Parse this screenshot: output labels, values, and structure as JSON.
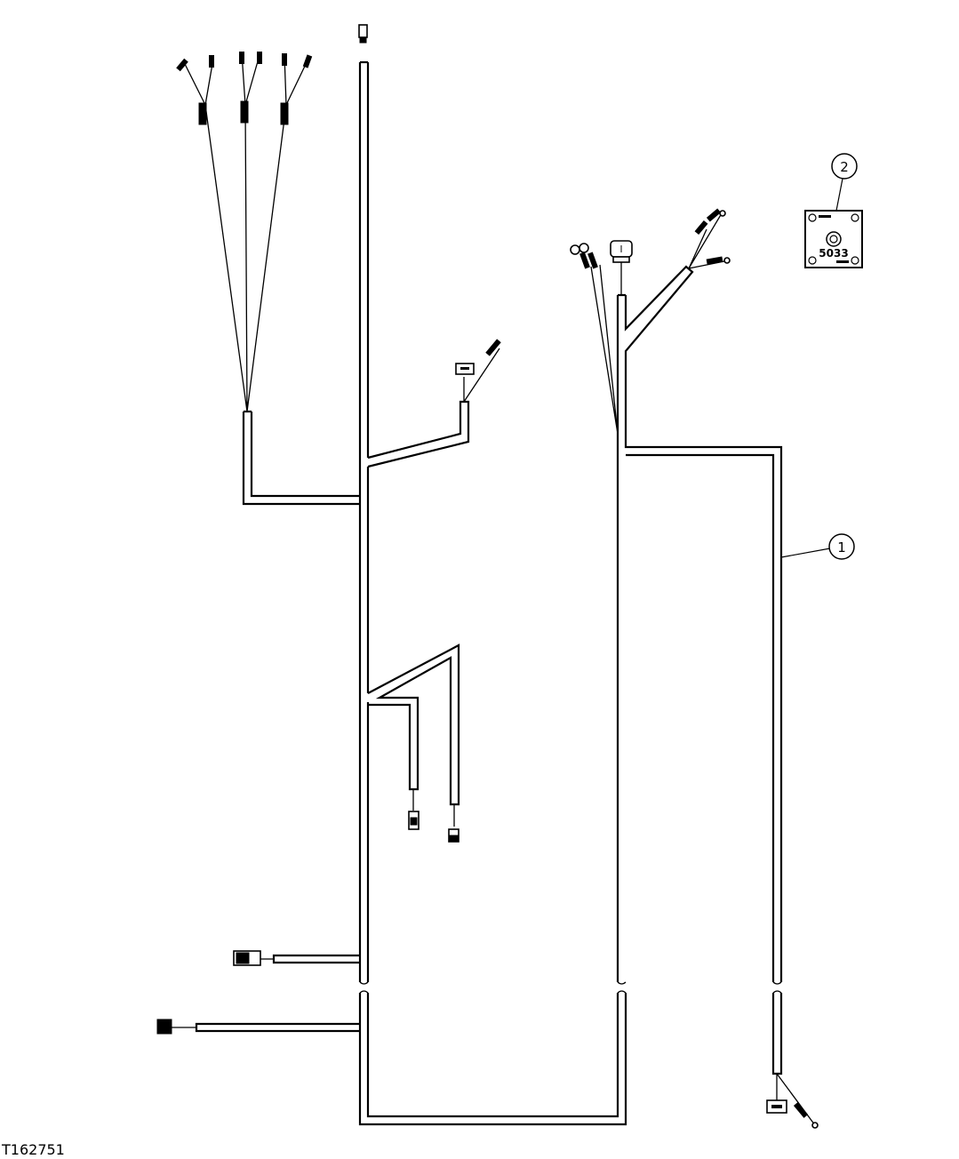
{
  "callouts": [
    {
      "id": "callout-1",
      "label": "1"
    },
    {
      "id": "callout-2",
      "label": "2"
    }
  ],
  "part_marking": "5033",
  "figure_id": "T162751"
}
